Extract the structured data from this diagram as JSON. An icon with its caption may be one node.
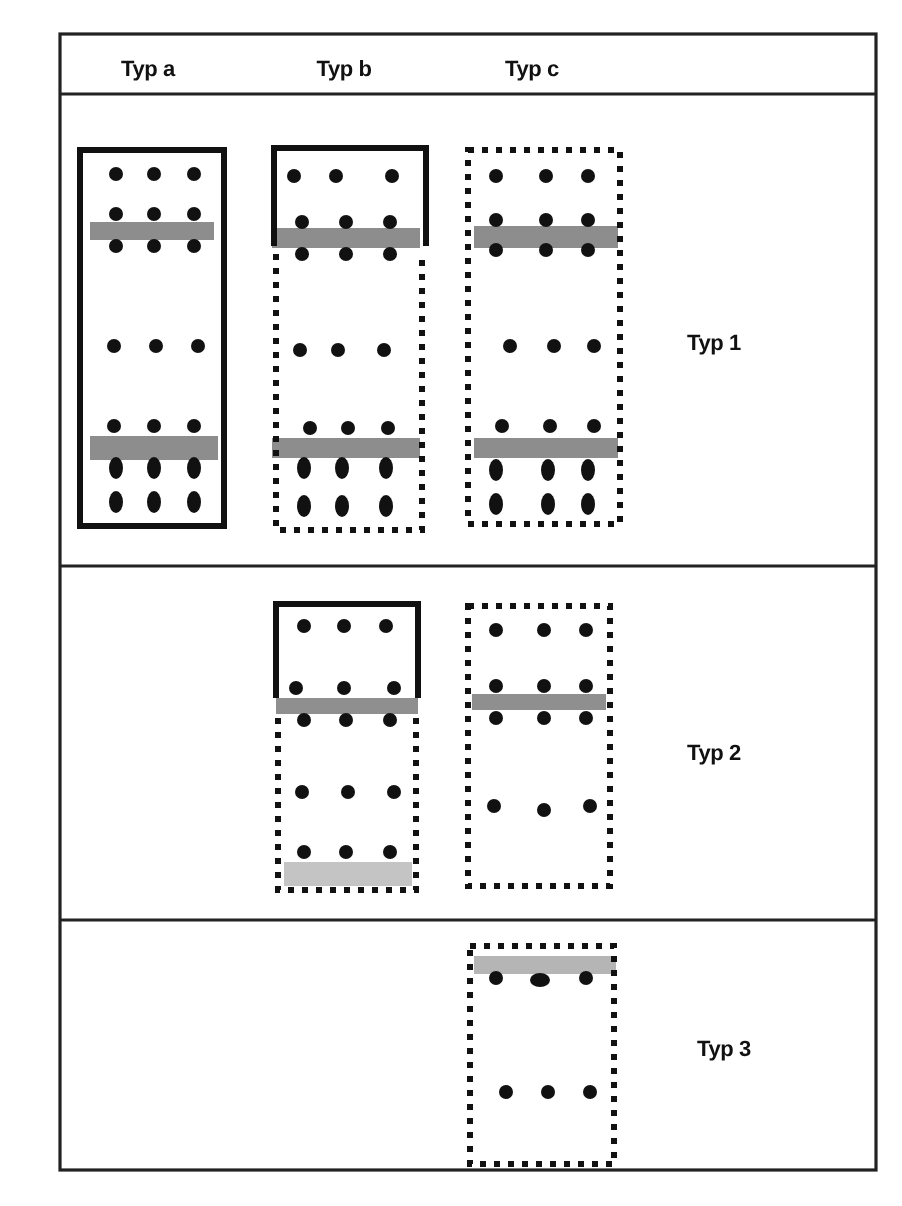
{
  "diagram": {
    "labels": [
      "Typ a",
      "Typ b",
      "Typ c",
      "Typ 1",
      "Typ 2",
      "Typ 3"
    ]
  }
}
